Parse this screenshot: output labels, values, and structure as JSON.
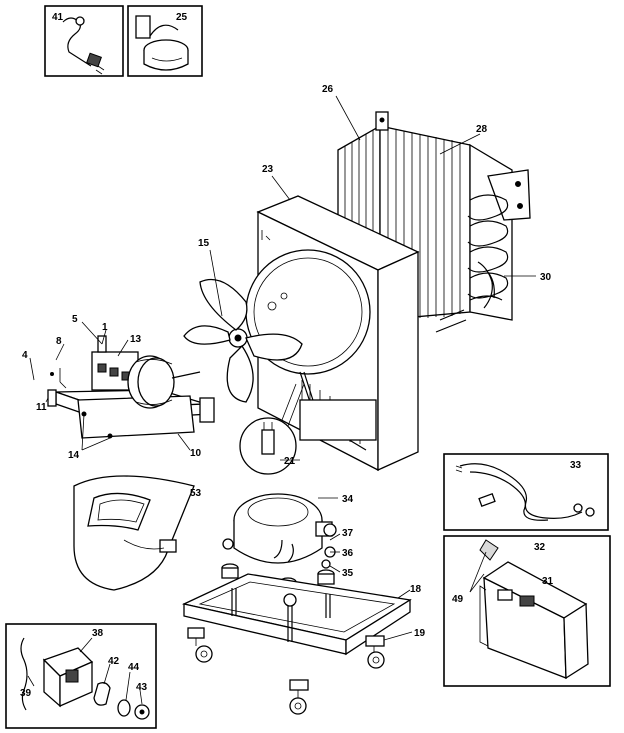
{
  "callouts": {
    "c1": "1",
    "c4": "4",
    "c5": "5",
    "c8": "8",
    "c10": "10",
    "c11": "11",
    "c13": "13",
    "c14": "14",
    "c15": "15",
    "c18": "18",
    "c19": "19",
    "c21": "21",
    "c23": "23",
    "c25": "25",
    "c26": "26",
    "c28": "28",
    "c30": "30",
    "c31": "31",
    "c32": "32",
    "c33": "33",
    "c34": "34",
    "c35": "35",
    "c36": "36",
    "c37": "37",
    "c38": "38",
    "c39": "39",
    "c41": "41",
    "c42": "42",
    "c43": "43",
    "c44": "44",
    "c49": "49",
    "c53": "53"
  }
}
